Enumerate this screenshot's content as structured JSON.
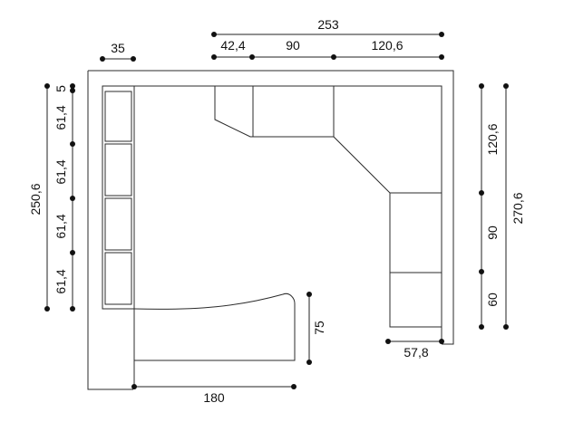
{
  "dimensions": {
    "top_total": "253",
    "top_seg_1": "42,4",
    "top_seg_2": "90",
    "top_seg_3": "120,6",
    "left_shelf_width": "35",
    "left_total": "250,6",
    "left_seg_top": "5",
    "left_seg_1": "61,4",
    "left_seg_2": "61,4",
    "left_seg_3": "61,4",
    "left_seg_4": "61,4",
    "right_seg_1": "120,6",
    "right_seg_2": "90",
    "right_seg_3": "60",
    "right_total": "270,6",
    "right_unit_width": "57,8",
    "desk_depth": "75",
    "bottom_width": "180"
  }
}
